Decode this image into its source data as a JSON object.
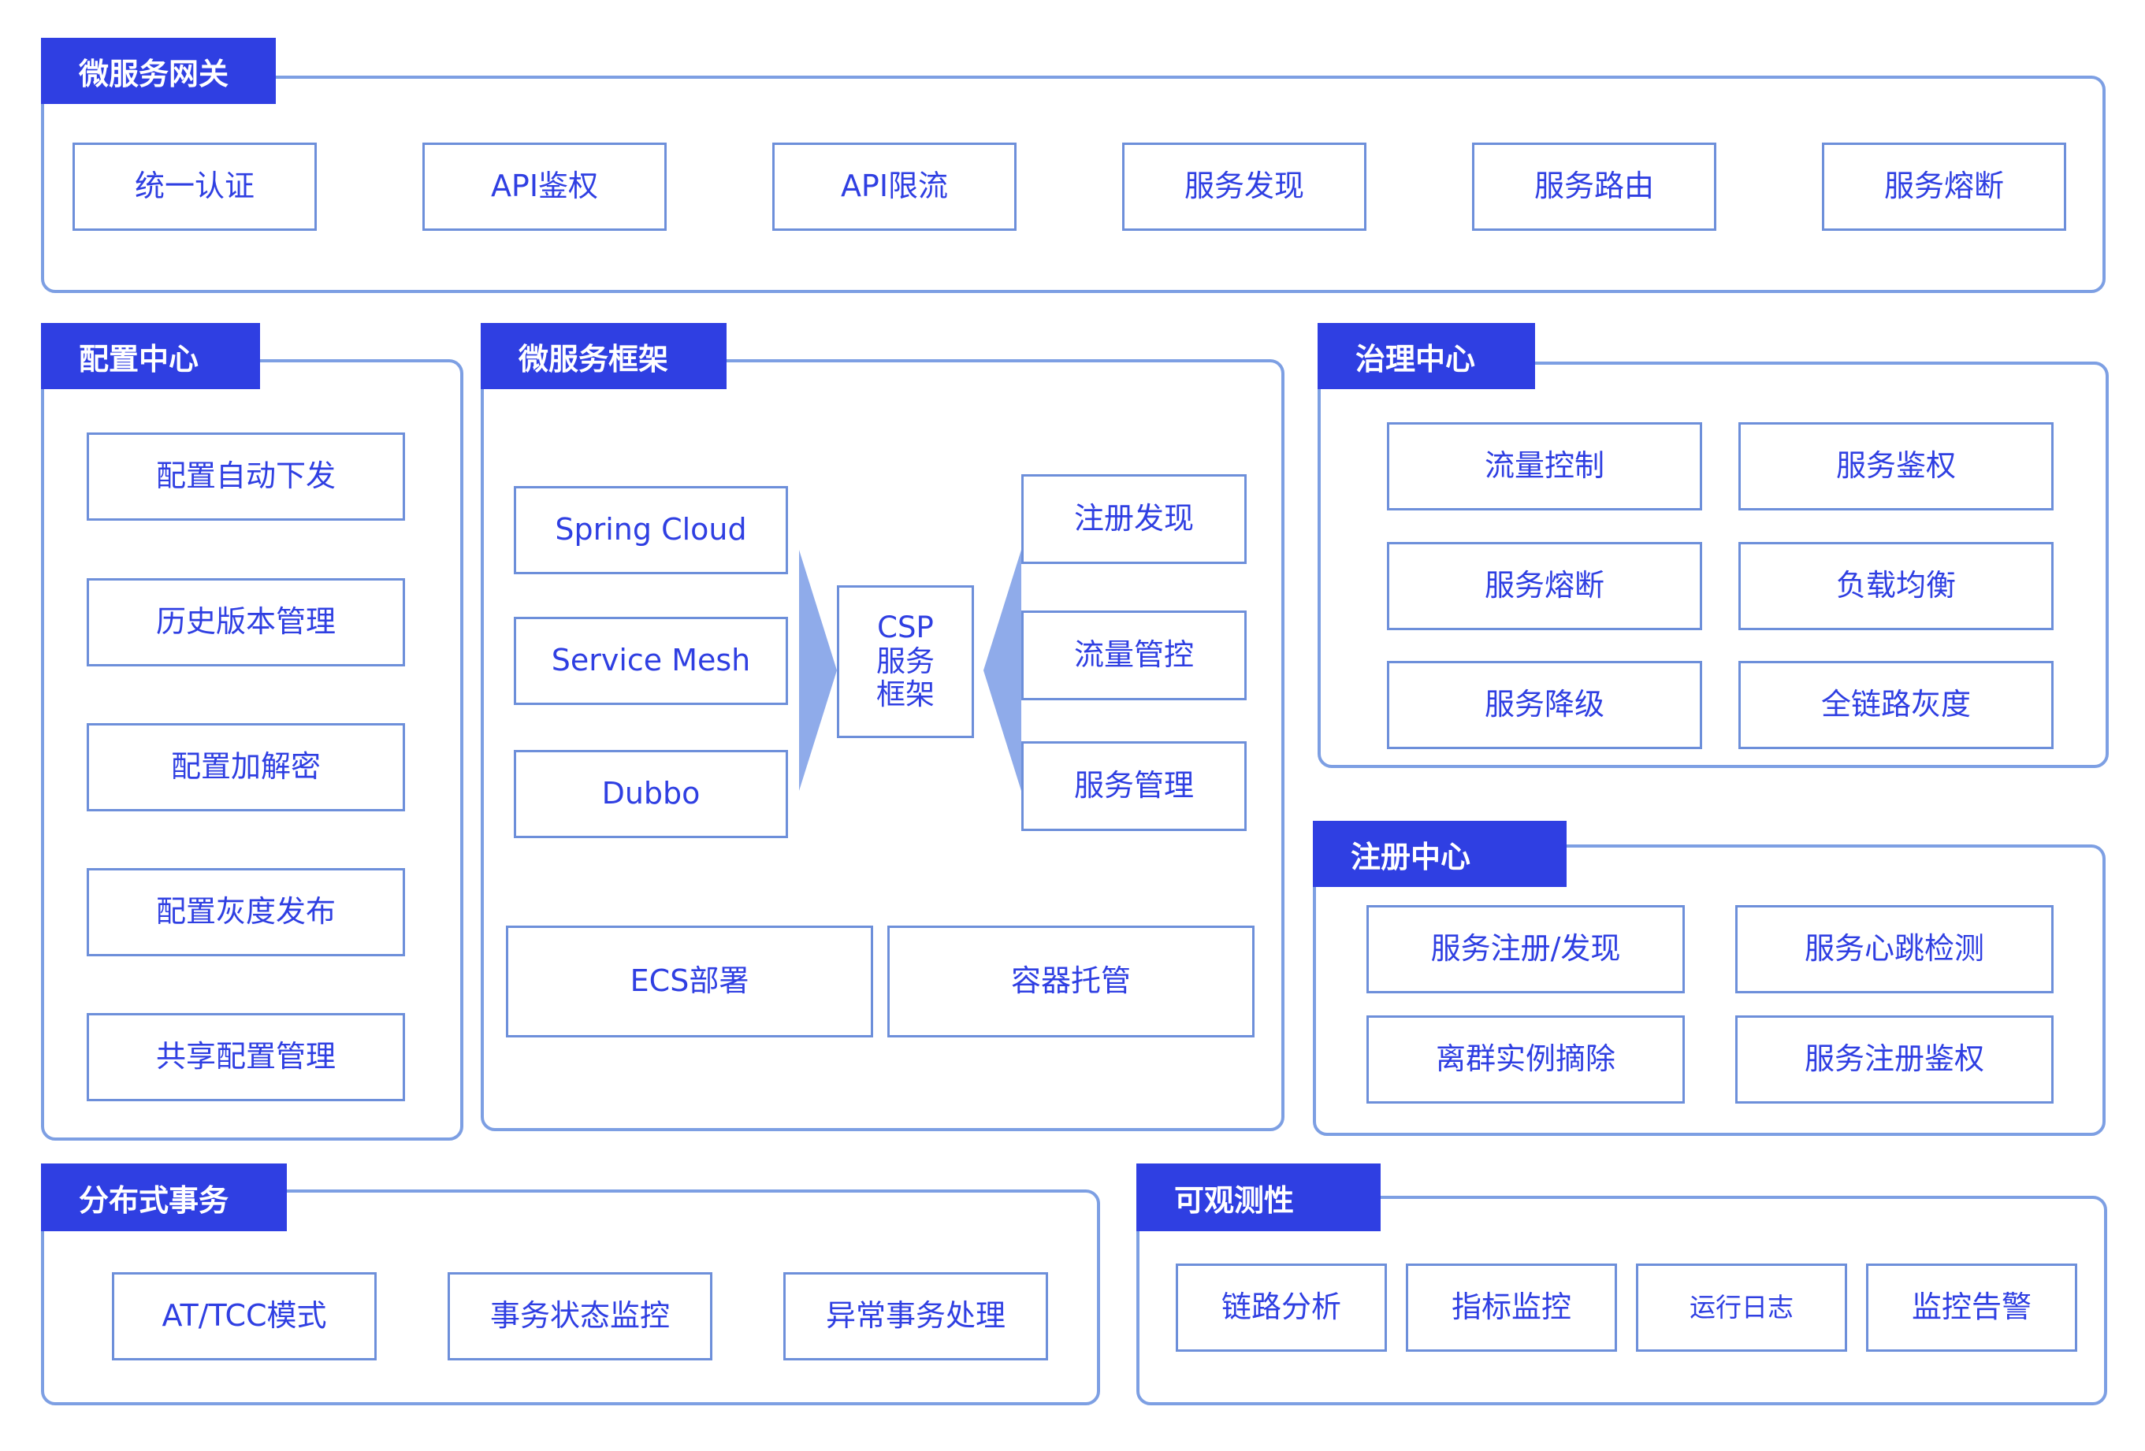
{
  "gateway": {
    "title": "微服务网关",
    "items": [
      "统一认证",
      "API鉴权",
      "API限流",
      "服务发现",
      "服务路由",
      "服务熔断"
    ]
  },
  "config_center": {
    "title": "配置中心",
    "items": [
      "配置自动下发",
      "历史版本管理",
      "配置加解密",
      "配置灰度发布",
      "共享配置管理"
    ]
  },
  "framework": {
    "title": "微服务框架",
    "left_items": [
      "Spring Cloud",
      "Service Mesh",
      "Dubbo"
    ],
    "hub_lines": [
      "CSP",
      "服务",
      "框架"
    ],
    "right_items": [
      "注册发现",
      "流量管控",
      "服务管理"
    ],
    "bottom_items": [
      "ECS部署",
      "容器托管"
    ]
  },
  "governance_center": {
    "title": "治理中心",
    "items": [
      "流量控制",
      "服务鉴权",
      "服务熔断",
      "负载均衡",
      "服务降级",
      "全链路灰度"
    ]
  },
  "registry_center": {
    "title": "注册中心",
    "items": [
      "服务注册/发现",
      "服务心跳检测",
      "离群实例摘除",
      "服务注册鉴权"
    ]
  },
  "distributed_tx": {
    "title": "分布式事务",
    "items": [
      "AT/TCC模式",
      "事务状态监控",
      "异常事务处理"
    ]
  },
  "observability": {
    "title": "可观测性",
    "items": [
      "链路分析",
      "指标监控",
      "运行日志",
      "监控告警"
    ]
  },
  "colors": {
    "title_bg": "#2f3fe2",
    "text": "#2f3fe2",
    "border": "#7d9fe3",
    "arrow": "#8fabea"
  }
}
